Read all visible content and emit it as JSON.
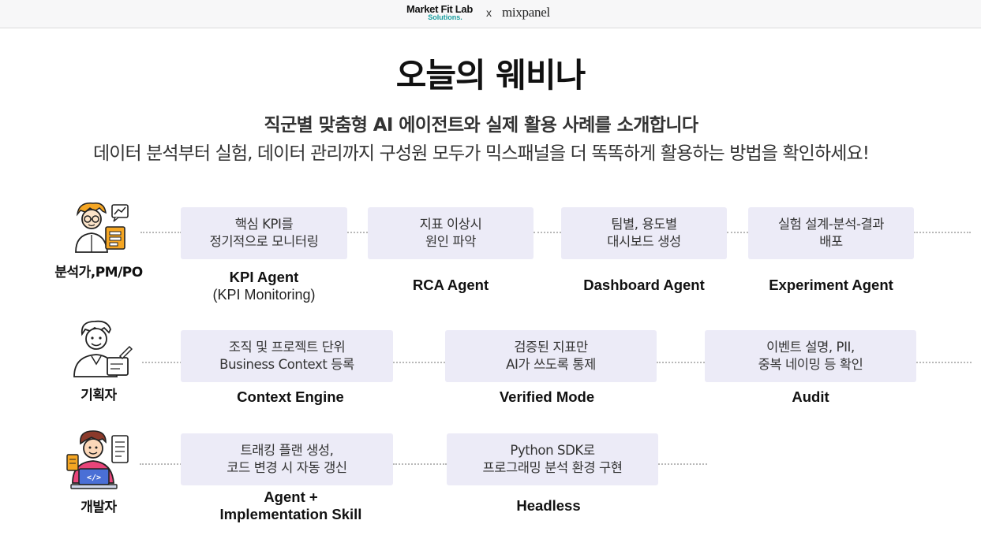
{
  "header": {
    "logo_left_line1": "Market Fit Lab",
    "logo_left_line2": "Solutions.",
    "logo_separator": "x",
    "logo_right": "mixpanel"
  },
  "main": {
    "title": "오늘의 웨비나",
    "subtitle": "직군별 맞춤형 AI 에이전트와 실제 활용 사례를 소개합니다",
    "description": "데이터 분석부터 실험, 데이터 관리까지 구성원 모두가 믹스패널을 더 똑똑하게 활용하는 방법을 확인하세요!"
  },
  "rows": [
    {
      "role": "분석가,PM/PO",
      "icon": "analyst-icon",
      "items": [
        {
          "line1": "핵심 KPI를",
          "line2": "정기적으로 모니터링",
          "agent": "KPI Agent",
          "agent_sub": "(KPI Monitoring)"
        },
        {
          "line1": "지표 이상시",
          "line2": "원인 파악",
          "agent": "RCA Agent",
          "agent_sub": ""
        },
        {
          "line1": "팀별, 용도별",
          "line2": "대시보드 생성",
          "agent": "Dashboard Agent",
          "agent_sub": ""
        },
        {
          "line1": "실험 설계-분석-결과",
          "line2": "배포",
          "agent": "Experiment Agent",
          "agent_sub": ""
        }
      ]
    },
    {
      "role": "기획자",
      "icon": "planner-icon",
      "items": [
        {
          "line1": "조직 및 프로젝트 단위",
          "line2": "Business Context 등록",
          "agent": "Context Engine",
          "agent_sub": ""
        },
        {
          "line1": "검증된 지표만",
          "line2": "AI가 쓰도록 통제",
          "agent": "Verified Mode",
          "agent_sub": ""
        },
        {
          "line1": "이벤트 설명, PII,",
          "line2": "중복 네이밍 등 확인",
          "agent": "Audit",
          "agent_sub": ""
        }
      ]
    },
    {
      "role": "개발자",
      "icon": "developer-icon",
      "items": [
        {
          "line1": "트래킹 플랜 생성,",
          "line2": "코드 변경 시 자동 갱신",
          "agent": "Agent +",
          "agent_sub": "Implementation Skill"
        },
        {
          "line1": "Python SDK로",
          "line2": "프로그래밍 분석 환경 구현",
          "agent": "Headless",
          "agent_sub": ""
        }
      ]
    }
  ],
  "colors": {
    "box_bg": "#ecebf7",
    "accent_teal": "#1a9fa0",
    "dots": "#b8b8b8"
  }
}
